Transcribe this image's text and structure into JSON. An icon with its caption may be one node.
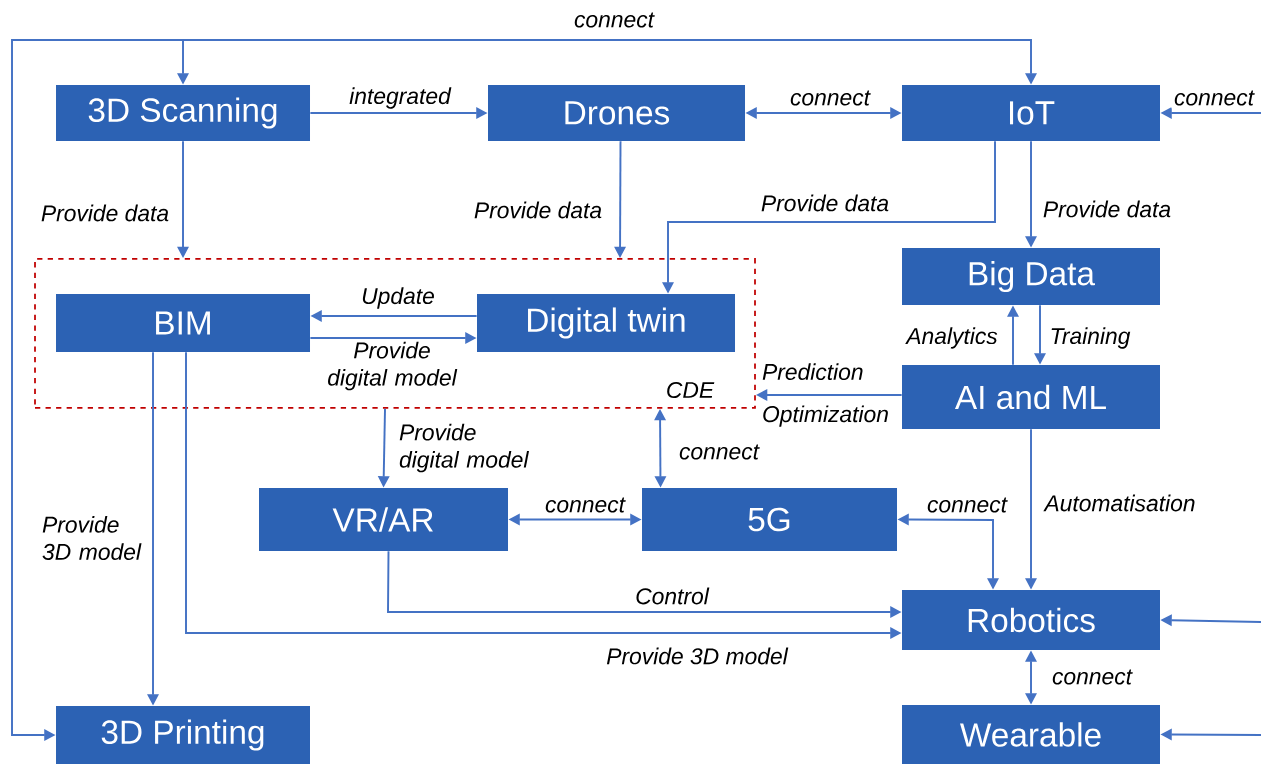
{
  "diagram": {
    "nodes": [
      {
        "text": [
          "3D Scanning"
        ]
      },
      {
        "text": [
          "Drones"
        ]
      },
      {
        "text": [
          "IoT"
        ]
      },
      {
        "text": [
          "Big Data"
        ]
      },
      {
        "text": [
          "CDE"
        ]
      },
      {
        "text": [
          "BIM"
        ],
        "in": 4
      },
      {
        "text": [
          "Digital twin"
        ],
        "in": 4
      },
      {
        "text": [
          "AI and ML"
        ]
      },
      {
        "text": [
          "VR/AR"
        ]
      },
      {
        "text": [
          "5G"
        ]
      },
      {
        "text": [
          "Robotics"
        ]
      },
      {
        "text": [
          "3D Printing"
        ]
      },
      {
        "text": [
          "Wearable"
        ]
      }
    ],
    "edges": [
      {
        "from": 2,
        "to": 0,
        "arrow": "both",
        "label": "connect"
      },
      {
        "from": 2,
        "to": 11,
        "arrow": "both"
      },
      {
        "from": null,
        "to": 2,
        "arrow": "to",
        "label": "connect"
      },
      {
        "from": 0,
        "to": 1,
        "arrow": "to",
        "label": "integrated"
      },
      {
        "from": 1,
        "to": 2,
        "arrow": "both",
        "label": "connect"
      },
      {
        "from": 0,
        "to": 4,
        "arrow": "to",
        "label": "Provide data"
      },
      {
        "from": 1,
        "to": 4,
        "arrow": "to",
        "label": "Provide data"
      },
      {
        "from": 2,
        "to": 6,
        "arrow": "to",
        "label": "Provide data"
      },
      {
        "from": 2,
        "to": 3,
        "arrow": "to",
        "label": "Provide data"
      },
      {
        "from": 6,
        "to": 5,
        "arrow": "to",
        "label": "Update"
      },
      {
        "from": 5,
        "to": 6,
        "arrow": "to",
        "label": "Provide digital model"
      },
      {
        "from": 7,
        "to": 3,
        "arrow": "to",
        "label": "Analytics"
      },
      {
        "from": 3,
        "to": 7,
        "arrow": "to",
        "label": "Training"
      },
      {
        "from": 7,
        "to": 4,
        "arrow": "to",
        "label": "Prediction Optimization"
      },
      {
        "from": 4,
        "to": 8,
        "arrow": "to",
        "label": "Provide digital model"
      },
      {
        "from": 4,
        "to": 9,
        "arrow": "both",
        "label": "connect"
      },
      {
        "from": 8,
        "to": 9,
        "arrow": "both",
        "label": "connect"
      },
      {
        "from": 9,
        "to": 10,
        "arrow": "both",
        "label": "connect"
      },
      {
        "from": 7,
        "to": 10,
        "arrow": "to",
        "label": "Automatisation"
      },
      {
        "from": null,
        "to": 10,
        "arrow": "to"
      },
      {
        "from": 8,
        "to": 10,
        "arrow": "to",
        "label": "Control"
      },
      {
        "from": 5,
        "to": 10,
        "arrow": "to",
        "label": "Provide 3D model"
      },
      {
        "from": 5,
        "to": 11,
        "arrow": "to",
        "label": "Provide 3D model"
      },
      {
        "from": 10,
        "to": 12,
        "arrow": "both",
        "label": "connect"
      },
      {
        "from": null,
        "to": 12,
        "arrow": "to"
      }
    ]
  }
}
